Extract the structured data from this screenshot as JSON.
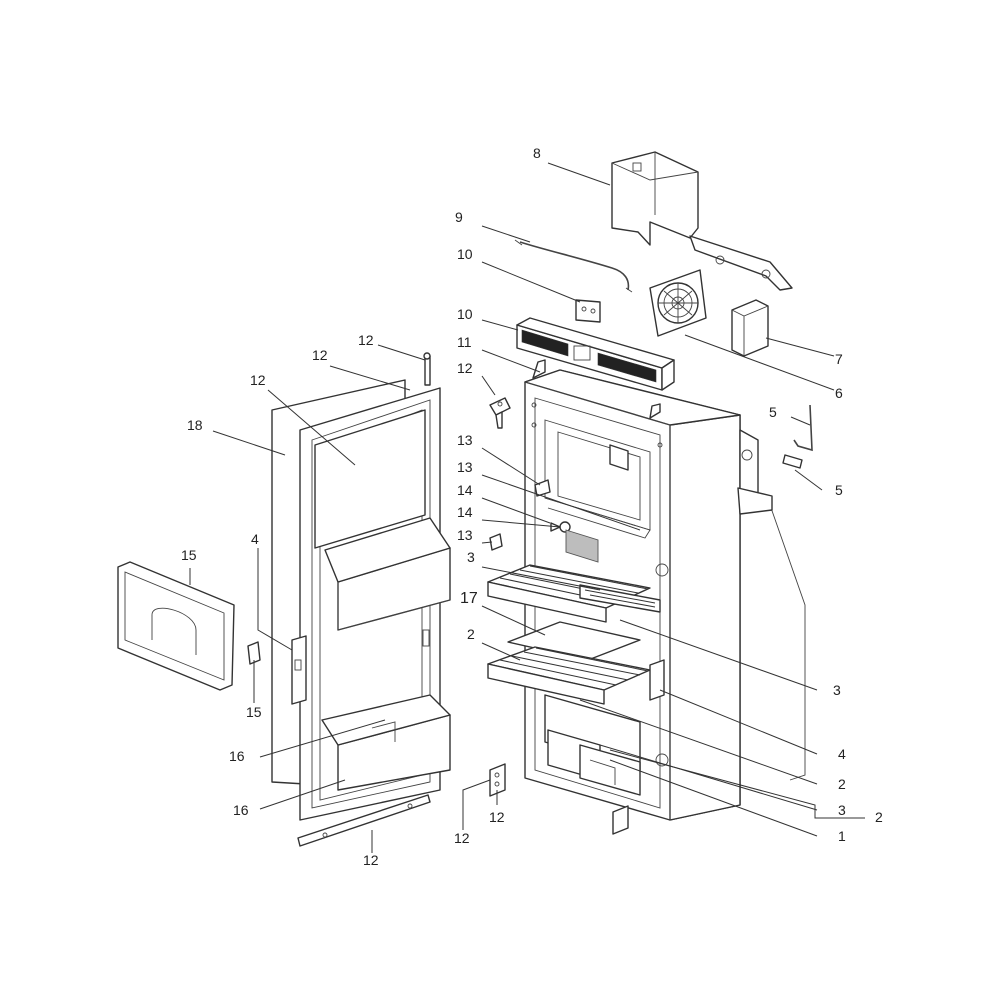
{
  "diagram": {
    "callouts": [
      {
        "id": "c8",
        "label": "8"
      },
      {
        "id": "c9",
        "label": "9"
      },
      {
        "id": "c10a",
        "label": "10"
      },
      {
        "id": "c10b",
        "label": "10"
      },
      {
        "id": "c11",
        "label": "11"
      },
      {
        "id": "c12a",
        "label": "12"
      },
      {
        "id": "c12b",
        "label": "12"
      },
      {
        "id": "c12c",
        "label": "12"
      },
      {
        "id": "c12d",
        "label": "12"
      },
      {
        "id": "c12e",
        "label": "12"
      },
      {
        "id": "c12f",
        "label": "12"
      },
      {
        "id": "c12g",
        "label": "12"
      },
      {
        "id": "c13a",
        "label": "13"
      },
      {
        "id": "c13b",
        "label": "13"
      },
      {
        "id": "c13c",
        "label": "13"
      },
      {
        "id": "c14a",
        "label": "14"
      },
      {
        "id": "c14b",
        "label": "14"
      },
      {
        "id": "c3a",
        "label": "3"
      },
      {
        "id": "c17",
        "label": "17"
      },
      {
        "id": "c2a",
        "label": "2"
      },
      {
        "id": "c18",
        "label": "18"
      },
      {
        "id": "c4a",
        "label": "4"
      },
      {
        "id": "c15a",
        "label": "15"
      },
      {
        "id": "c15b",
        "label": "15"
      },
      {
        "id": "c16a",
        "label": "16"
      },
      {
        "id": "c16b",
        "label": "16"
      },
      {
        "id": "c7",
        "label": "7"
      },
      {
        "id": "c6",
        "label": "6"
      },
      {
        "id": "c5a",
        "label": "5"
      },
      {
        "id": "c5b",
        "label": "5"
      },
      {
        "id": "c3b",
        "label": "3"
      },
      {
        "id": "c4b",
        "label": "4"
      },
      {
        "id": "c2b",
        "label": "2"
      },
      {
        "id": "c3c",
        "label": "3"
      },
      {
        "id": "c2c",
        "label": "2"
      },
      {
        "id": "c1",
        "label": "1"
      }
    ]
  }
}
